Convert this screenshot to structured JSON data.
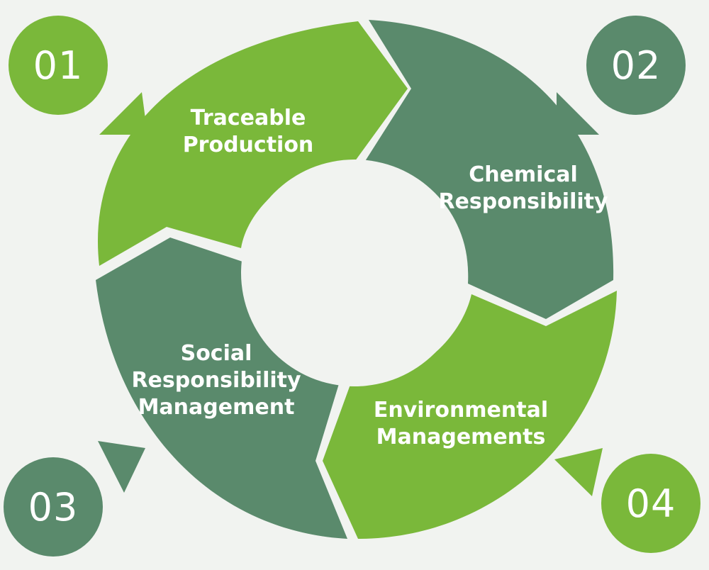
{
  "colors": {
    "background": "#f1f3f0",
    "light_green": "#7ab83a",
    "dark_green": "#5a8a6c",
    "center": "#f1f3f0"
  },
  "steps": [
    {
      "number": "01",
      "label_lines": [
        "Traceable",
        "Production"
      ],
      "color": "light"
    },
    {
      "number": "02",
      "label_lines": [
        "Chemical",
        "Responsibility"
      ],
      "color": "dark"
    },
    {
      "number": "03",
      "label_lines": [
        "Social",
        "Responsibility",
        "Management"
      ],
      "color": "dark"
    },
    {
      "number": "04",
      "label_lines": [
        "Environmental",
        "Managements"
      ],
      "color": "light"
    }
  ]
}
